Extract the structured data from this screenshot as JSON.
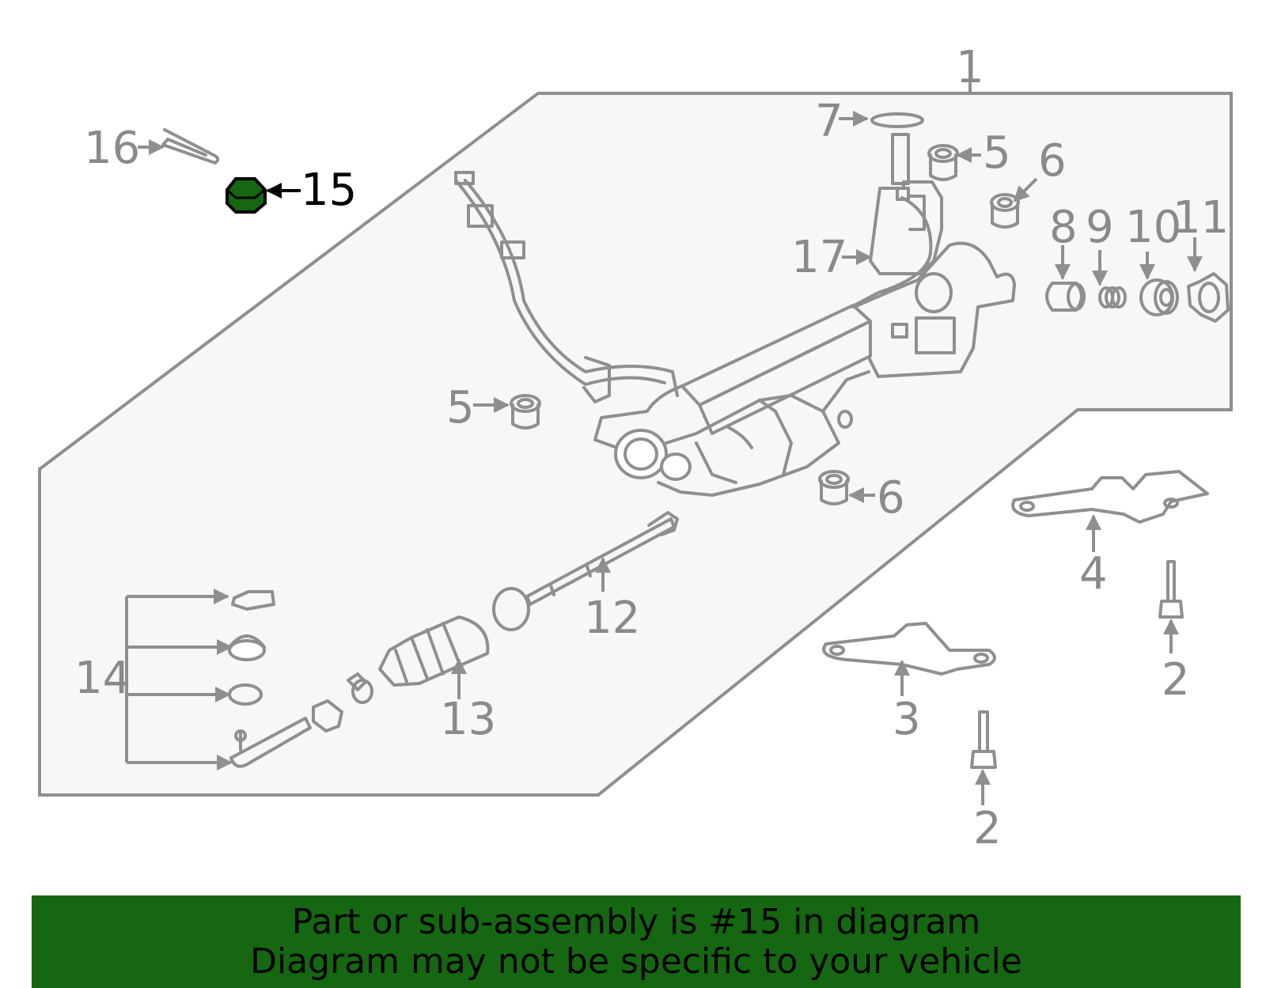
{
  "diagram": {
    "highlight_color": "#156811",
    "highlighted_part": "15",
    "callouts": {
      "c1": "1",
      "c2a": "2",
      "c2b": "2",
      "c3": "3",
      "c4": "4",
      "c5a": "5",
      "c5b": "5",
      "c6a": "6",
      "c6b": "6",
      "c7": "7",
      "c8": "8",
      "c9": "9",
      "c10": "10",
      "c11": "11",
      "c12": "12",
      "c13": "13",
      "c14": "14",
      "c15": "15",
      "c16": "16",
      "c17": "17"
    }
  },
  "banner": {
    "line1": "Part or sub-assembly is #15 in diagram",
    "line2": "Diagram may not be specific to your vehicle"
  }
}
